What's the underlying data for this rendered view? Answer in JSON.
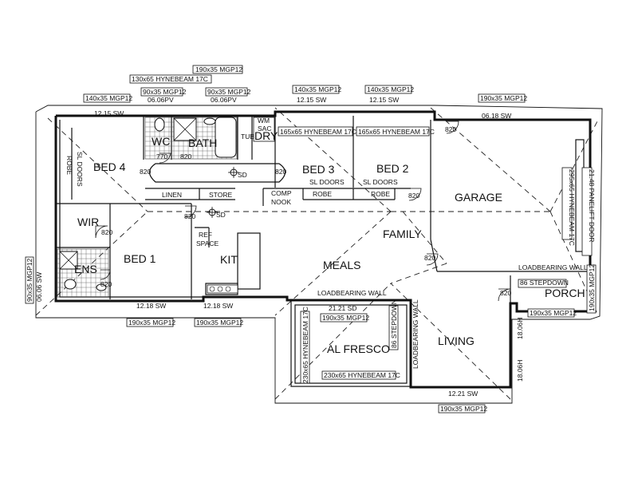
{
  "rooms": {
    "bed4": "BED 4",
    "bed3": "BED 3",
    "bed2": "BED 2",
    "bed1": "BED 1",
    "wc": "WC",
    "bath": "BATH",
    "dry": "DRY",
    "wir": "WIR",
    "ens": "ENS",
    "garage": "GARAGE",
    "family": "FAMILY",
    "meals": "MEALS",
    "kit": "KIT",
    "al_fresco": "AL FRESCO",
    "living": "LIVING",
    "porch": "PORCH"
  },
  "small_labels": {
    "linen": "LINEN",
    "store": "STORE",
    "comp_nook_1": "COMP",
    "comp_nook_2": "NOOK",
    "robe": "ROBE",
    "sl_doors": "SL DOORS",
    "ref_space_1": "REF",
    "ref_space_2": "SPACE",
    "tub": "TUB",
    "sd": "SD",
    "wm": "WM",
    "sac": "SAC"
  },
  "doors": {
    "d820": "820",
    "d770": "770"
  },
  "beams": {
    "mgp12_190": "190x35 MGP12",
    "mgp12_140": "140x35 MGP12",
    "mgp12_90": "90x35 MGP12",
    "hyne_130": "130x65 HYNEBEAM 17C",
    "hyne_165": "165x65 HYNEBEAM 17C",
    "hyne_230": "230x65 HYNEBEAM 17C",
    "hyne_295": "295x65 HYNEBEAM 17C",
    "panelift": "21.48 PANELIFT DOOR",
    "loadbearing": "LOADBEARING WALL",
    "stepdown": "86 STEPDOWN",
    "sw_1215": "12.15 SW",
    "sw_0618": "06.18 SW",
    "sw_1218": "12.18 SW",
    "sw_1221": "12.21 SW",
    "sd_2121": "21.21 SD",
    "sw_0606": "06.06 SW",
    "sw_0606pv": "06.06PV",
    "h_1806": "18.06H"
  }
}
